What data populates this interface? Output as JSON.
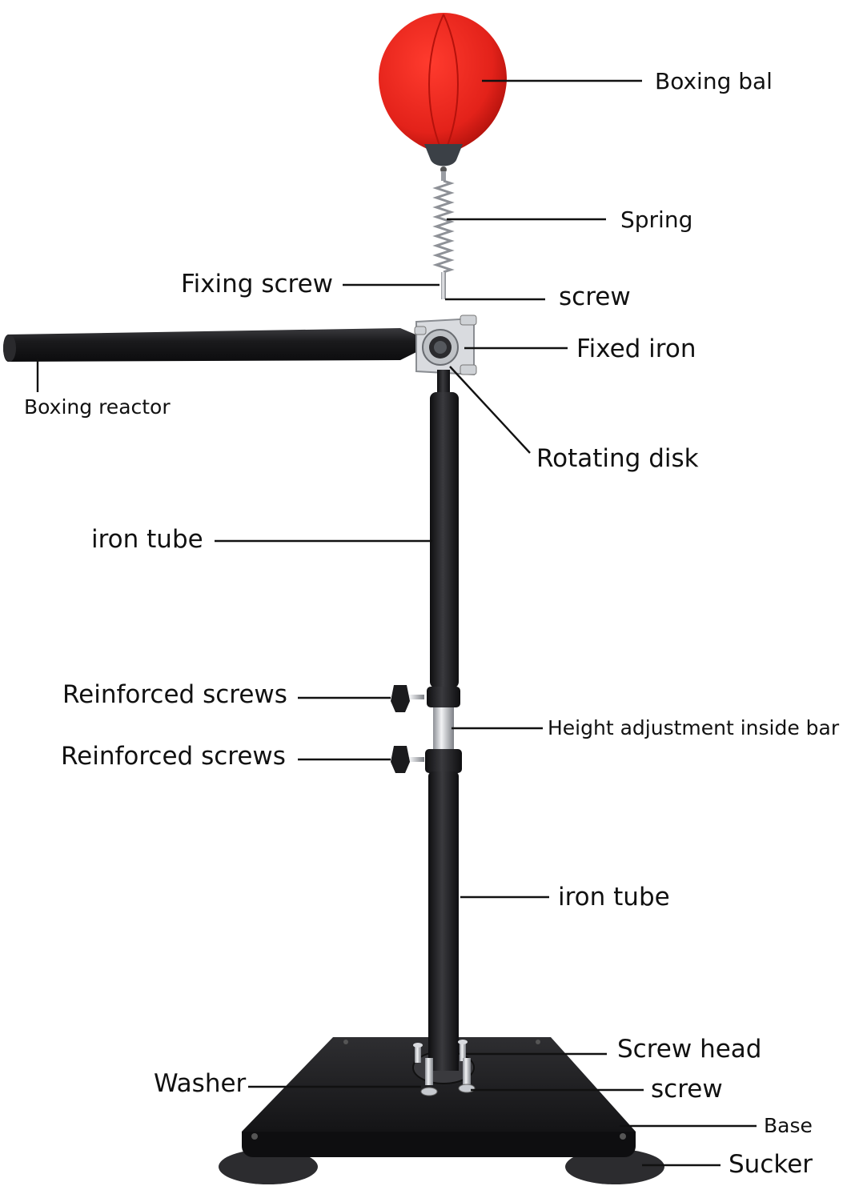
{
  "labels": {
    "boxing_ball": "Boxing bal",
    "spring": "Spring",
    "fixing_screw": "Fixing screw",
    "screw_top": "screw",
    "fixed_iron": "Fixed iron",
    "boxing_reactor": "Boxing reactor",
    "rotating_disk": "Rotating disk",
    "iron_tube_upper": "iron tube",
    "reinforced_screws_1": "Reinforced screws",
    "height_adjustment": "Height adjustment inside bar",
    "reinforced_screws_2": "Reinforced screws",
    "iron_tube_lower": "iron tube",
    "screw_head": "Screw head",
    "washer": "Washer",
    "screw_bottom": "screw",
    "base": "Base",
    "sucker": "Sucker"
  },
  "colors": {
    "ball_red": "#e3221a",
    "ball_dark": "#b5120c",
    "tube_black": "#1e1e20",
    "chrome": "#c9ccd1",
    "base_black": "#232325",
    "line": "#111111"
  }
}
